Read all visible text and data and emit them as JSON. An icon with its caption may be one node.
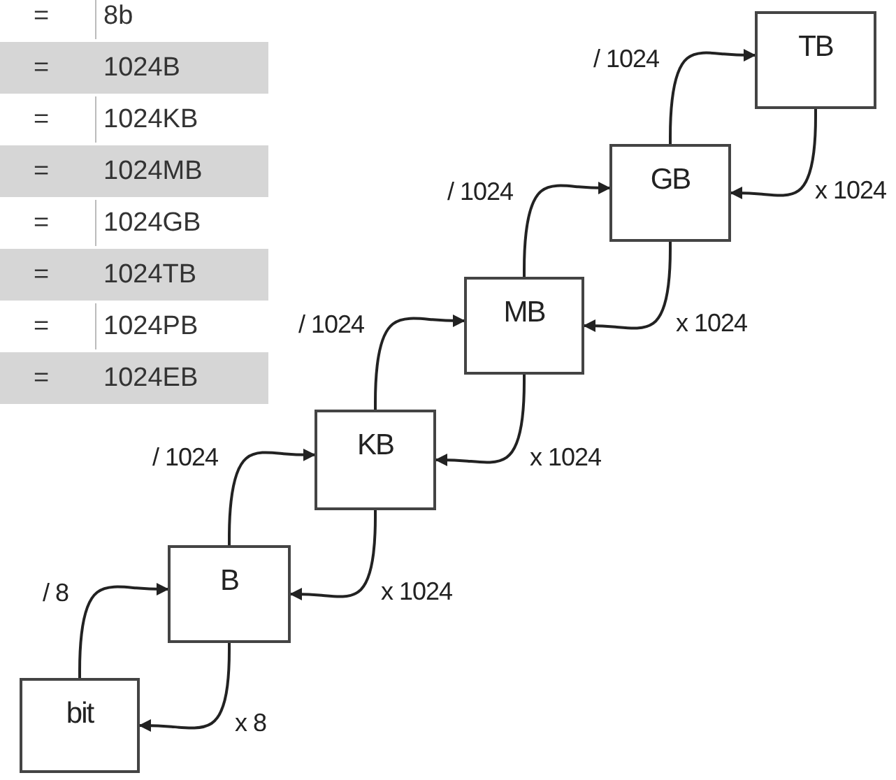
{
  "diagram": {
    "nodes": [
      {
        "text": [
          "bit"
        ]
      },
      {
        "text": [
          "B"
        ]
      },
      {
        "text": [
          "KB"
        ]
      },
      {
        "text": [
          "MB"
        ]
      },
      {
        "text": [
          "GB"
        ]
      },
      {
        "text": [
          "TB"
        ]
      }
    ],
    "edges": [
      {
        "from": 0,
        "to": 1,
        "arrow": "to",
        "label": "/ 8"
      },
      {
        "from": 1,
        "to": 0,
        "arrow": "to",
        "label": "x 8"
      },
      {
        "from": 1,
        "to": 2,
        "arrow": "to",
        "label": "/ 1024"
      },
      {
        "from": 2,
        "to": 1,
        "arrow": "to",
        "label": "x 1024"
      },
      {
        "from": 2,
        "to": 3,
        "arrow": "to",
        "label": "/ 1024"
      },
      {
        "from": 3,
        "to": 2,
        "arrow": "to",
        "label": "x 1024"
      },
      {
        "from": 3,
        "to": 4,
        "arrow": "to",
        "label": "/ 1024"
      },
      {
        "from": 4,
        "to": 3,
        "arrow": "to",
        "label": "x 1024"
      },
      {
        "from": 4,
        "to": 5,
        "arrow": "to",
        "label": "/ 1024"
      },
      {
        "from": 5,
        "to": 4,
        "arrow": "to",
        "label": "x 1024"
      }
    ],
    "labels": [
      "=",
      "8b",
      "=",
      "1024B",
      "=",
      "1024KB",
      "=",
      "1024MB",
      "=",
      "1024GB",
      "=",
      "1024TB",
      "=",
      "1024PB",
      "=",
      "1024EB"
    ]
  }
}
